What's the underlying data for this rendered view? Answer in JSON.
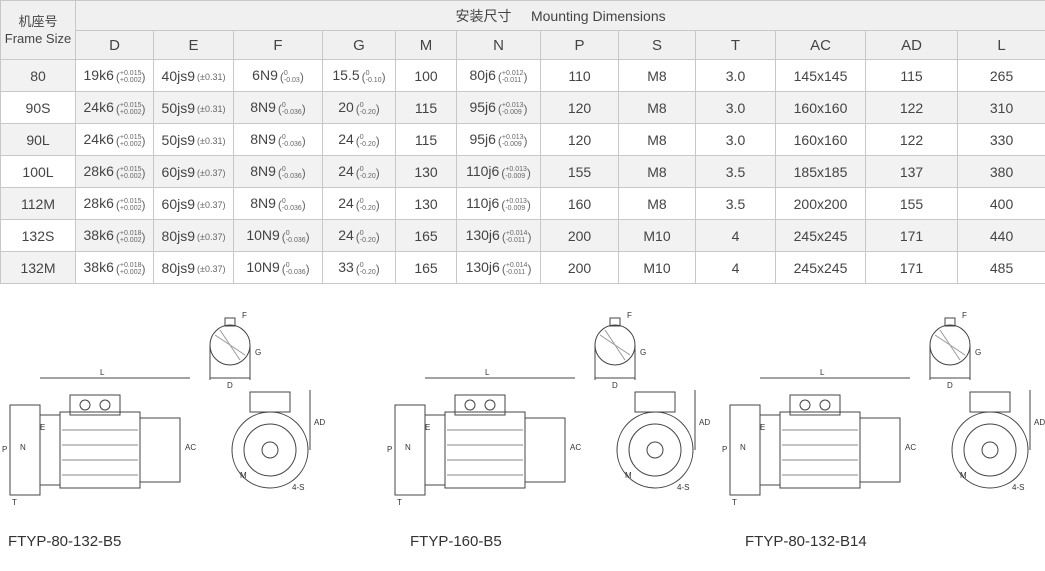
{
  "table": {
    "title_cn": "安装尺寸",
    "title_en": "Mounting Dimensions",
    "frame_header_cn": "机座号",
    "frame_header_en": "Frame Size",
    "columns": [
      "D",
      "E",
      "F",
      "G",
      "M",
      "N",
      "P",
      "S",
      "T",
      "AC",
      "AD",
      "L"
    ],
    "rows": [
      {
        "frame": "80",
        "D": {
          "v": "19k6",
          "up": "+0.015",
          "lo": "+0.002"
        },
        "E": {
          "v": "40js9",
          "t": "±0.31"
        },
        "F": {
          "v": "6N9",
          "up": "0",
          "lo": "-0.03"
        },
        "G": {
          "v": "15.5",
          "up": "0",
          "lo": "-0.10"
        },
        "M": "100",
        "N": {
          "v": "80j6",
          "up": "+0.012",
          "lo": "-0.011"
        },
        "P": "110",
        "S": "M8",
        "T": "3.0",
        "AC": "145x145",
        "AD": "115",
        "L": "265"
      },
      {
        "frame": "90S",
        "D": {
          "v": "24k6",
          "up": "+0.015",
          "lo": "+0.002"
        },
        "E": {
          "v": "50js9",
          "t": "±0.31"
        },
        "F": {
          "v": "8N9",
          "up": "0",
          "lo": "-0.036"
        },
        "G": {
          "v": "20",
          "up": "0",
          "lo": "-0.20"
        },
        "M": "115",
        "N": {
          "v": "95j6",
          "up": "+0.013",
          "lo": "-0.009"
        },
        "P": "120",
        "S": "M8",
        "T": "3.0",
        "AC": "160x160",
        "AD": "122",
        "L": "310"
      },
      {
        "frame": "90L",
        "D": {
          "v": "24k6",
          "up": "+0.015",
          "lo": "+0.002"
        },
        "E": {
          "v": "50js9",
          "t": "±0.31"
        },
        "F": {
          "v": "8N9",
          "up": "0",
          "lo": "-0.036"
        },
        "G": {
          "v": "24",
          "up": "0",
          "lo": "-0.20"
        },
        "M": "115",
        "N": {
          "v": "95j6",
          "up": "+0.013",
          "lo": "-0.009"
        },
        "P": "120",
        "S": "M8",
        "T": "3.0",
        "AC": "160x160",
        "AD": "122",
        "L": "330"
      },
      {
        "frame": "100L",
        "D": {
          "v": "28k6",
          "up": "+0.015",
          "lo": "+0.002"
        },
        "E": {
          "v": "60js9",
          "t": "±0.37"
        },
        "F": {
          "v": "8N9",
          "up": "0",
          "lo": "-0.036"
        },
        "G": {
          "v": "24",
          "up": "0",
          "lo": "-0.20"
        },
        "M": "130",
        "N": {
          "v": "110j6",
          "up": "+0.013",
          "lo": "-0.009"
        },
        "P": "155",
        "S": "M8",
        "T": "3.5",
        "AC": "185x185",
        "AD": "137",
        "L": "380"
      },
      {
        "frame": "112M",
        "D": {
          "v": "28k6",
          "up": "+0.015",
          "lo": "+0.002"
        },
        "E": {
          "v": "60js9",
          "t": "±0.37"
        },
        "F": {
          "v": "8N9",
          "up": "0",
          "lo": "-0.036"
        },
        "G": {
          "v": "24",
          "up": "0",
          "lo": "-0.20"
        },
        "M": "130",
        "N": {
          "v": "110j6",
          "up": "+0.013",
          "lo": "-0.009"
        },
        "P": "160",
        "S": "M8",
        "T": "3.5",
        "AC": "200x200",
        "AD": "155",
        "L": "400"
      },
      {
        "frame": "132S",
        "D": {
          "v": "38k6",
          "up": "+0.018",
          "lo": "+0.002"
        },
        "E": {
          "v": "80js9",
          "t": "±0.37"
        },
        "F": {
          "v": "10N9",
          "up": "0",
          "lo": "-0.036"
        },
        "G": {
          "v": "24",
          "up": "0",
          "lo": "-0.20"
        },
        "M": "165",
        "N": {
          "v": "130j6",
          "up": "+0.014",
          "lo": "-0.011"
        },
        "P": "200",
        "S": "M10",
        "T": "4",
        "AC": "245x245",
        "AD": "171",
        "L": "440"
      },
      {
        "frame": "132M",
        "D": {
          "v": "38k6",
          "up": "+0.018",
          "lo": "+0.002"
        },
        "E": {
          "v": "80js9",
          "t": "±0.37"
        },
        "F": {
          "v": "10N9",
          "up": "0",
          "lo": "-0.036"
        },
        "G": {
          "v": "33",
          "up": "0",
          "lo": "-0.20"
        },
        "M": "165",
        "N": {
          "v": "130j6",
          "up": "+0.014",
          "lo": "-0.011"
        },
        "P": "200",
        "S": "M10",
        "T": "4",
        "AC": "245x245",
        "AD": "171",
        "L": "485"
      }
    ]
  },
  "drawings": [
    {
      "caption": "FTYP-80-132-B5",
      "labels": {
        "F": "F",
        "G": "G",
        "D": "D",
        "L": "L",
        "AD": "AD",
        "AC": "AC",
        "P": "P",
        "N": "N",
        "E": "E",
        "T": "T",
        "M": "M",
        "S": "4-S"
      }
    },
    {
      "caption": "FTYP-160-B5",
      "labels": {
        "F": "F",
        "G": "G",
        "D": "D",
        "L": "L",
        "AD": "AD",
        "AC": "AC",
        "P": "P",
        "N": "N",
        "E": "E",
        "T": "T",
        "M": "M",
        "S": "4-S"
      }
    },
    {
      "caption": "FTYP-80-132-B14",
      "labels": {
        "F": "F",
        "G": "G",
        "D": "D",
        "L": "L",
        "AD": "AD",
        "AC": "AC",
        "P": "P",
        "N": "N",
        "E": "E",
        "T": "T",
        "M": "M",
        "S": "4-S"
      }
    }
  ]
}
